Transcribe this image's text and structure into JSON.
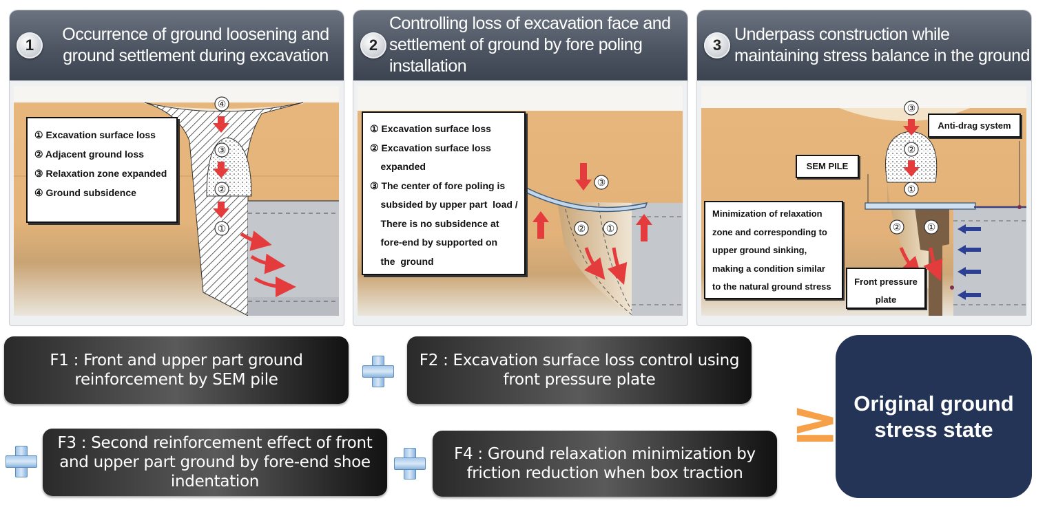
{
  "panels": [
    {
      "number": "1",
      "title": [
        "Occurrence of ground loosening and",
        "ground  settlement during excavation"
      ],
      "legend": [
        "① Excavation surface loss",
        "② Adjacent ground loss",
        "③ Relaxation zone expanded",
        "④ Ground subsidence"
      ],
      "markers": [
        "④",
        "③",
        "②",
        "①"
      ]
    },
    {
      "number": "2",
      "title": [
        "Controlling loss of excavation face and",
        "settlement of ground by fore poling",
        "installation"
      ],
      "legend": [
        "① Excavation surface loss",
        "② Excavation surface loss",
        "    expanded",
        "③ The center of fore poling is",
        "    subsided by upper part  load /",
        "    There is no subsidence at",
        "    fore-end by supported on",
        "    the  ground"
      ],
      "markers": [
        "③",
        "②",
        "①"
      ]
    },
    {
      "number": "3",
      "title": [
        "Underpass construction while",
        "maintaining stress balance in the ground"
      ],
      "labels": {
        "anti_drag": "Anti-drag system",
        "sem_pile": "SEM PILE",
        "front_plate": [
          "Front pressure",
          "plate"
        ]
      },
      "note": [
        "Minimization of relaxation",
        "zone and corresponding to",
        "upper ground sinking,",
        "making a condition similar",
        "to the natural ground stress"
      ],
      "markers": [
        "③",
        "②",
        "①",
        "②",
        "①"
      ]
    }
  ],
  "factors": {
    "f1": [
      "F1 : Front and upper part ground",
      "reinforcement by SEM pile"
    ],
    "f2": [
      "F2 : Excavation surface loss control using",
      "front pressure plate"
    ],
    "f3": [
      "F3 : Second reinforcement effect of front",
      "and upper part ground by fore-end shoe",
      "indentation"
    ],
    "f4": [
      "F4 : Ground relaxation minimization by",
      "friction reduction when box traction"
    ]
  },
  "operator": "≥",
  "result": [
    "Original ground",
    "stress state"
  ],
  "colors": {
    "header": "#4d5563",
    "ground": "#e8b87a",
    "arrow": "#e43c3c",
    "result_bg": "#233457",
    "operator": "#f6a04a",
    "plus": "#9fc3e6"
  }
}
